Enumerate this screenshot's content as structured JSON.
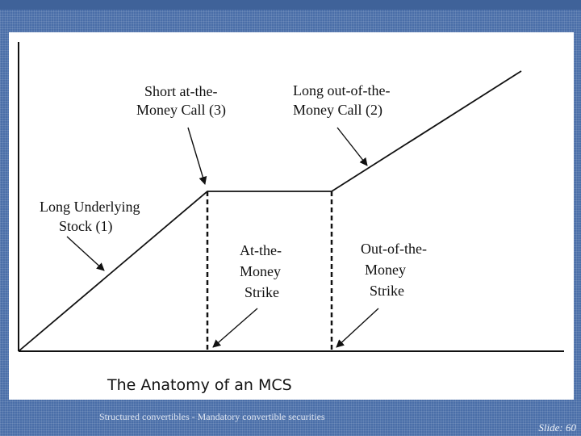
{
  "figure": {
    "labels": {
      "short_call": [
        "Short at-the-",
        "Money Call (3)"
      ],
      "long_call": [
        "Long out-of-the-",
        "Money Call (2)"
      ],
      "long_stock": [
        "Long Underlying",
        "Stock  (1)"
      ],
      "atm_strike": [
        "At-the-",
        "Money",
        "Strike"
      ],
      "otm_strike": [
        "Out-of-the-",
        "Money",
        "Strike"
      ]
    },
    "caption": "The Anatomy of an MCS"
  },
  "footer": {
    "text": "Structured convertibles - Mandatory convertible securities",
    "slide": "Slide: 60"
  },
  "colors": {
    "background": "#4a6ea8",
    "panel": "#ffffff",
    "ink": "#111111"
  }
}
